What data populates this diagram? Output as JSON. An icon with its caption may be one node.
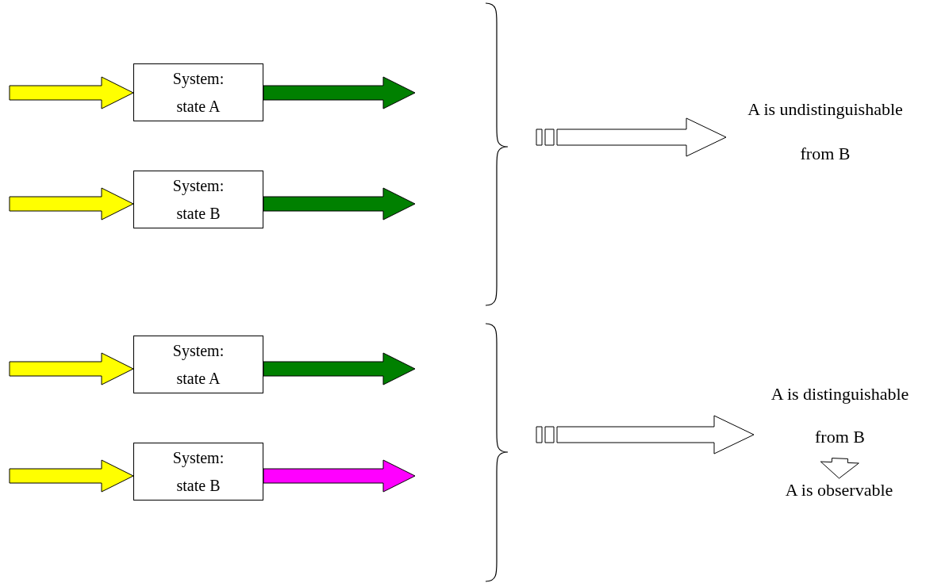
{
  "diagram": {
    "nodes": [
      {
        "text": [
          "System: state A"
        ]
      },
      {
        "text": [
          "System: state B"
        ]
      },
      {
        "text": [
          "System: state A"
        ]
      },
      {
        "text": [
          "System: state B"
        ]
      },
      {
        "text": [
          "A is undistinguishable from B"
        ]
      },
      {
        "text": [
          "A is distinguishable from B"
        ]
      },
      {
        "text": [
          "A is observable"
        ]
      }
    ],
    "edges": [
      {
        "from": null,
        "to": 0,
        "arrow": "to",
        "color": "#ffff00"
      },
      {
        "from": 0,
        "to": null,
        "arrow": "to",
        "color": "#008000"
      },
      {
        "from": null,
        "to": 1,
        "arrow": "to",
        "color": "#ffff00"
      },
      {
        "from": 1,
        "to": null,
        "arrow": "to",
        "color": "#008000"
      },
      {
        "from": null,
        "to": 2,
        "arrow": "to",
        "color": "#ffff00"
      },
      {
        "from": 2,
        "to": null,
        "arrow": "to",
        "color": "#008000"
      },
      {
        "from": null,
        "to": 3,
        "arrow": "to",
        "color": "#ffff00"
      },
      {
        "from": 3,
        "to": null,
        "arrow": "to",
        "color": "#ff00ff"
      },
      {
        "from": null,
        "to": 4,
        "arrow": "to",
        "color": "#ffffff"
      },
      {
        "from": null,
        "to": 5,
        "arrow": "to",
        "color": "#ffffff"
      },
      {
        "from": 5,
        "to": 6,
        "arrow": "to",
        "color": "#ffffff"
      }
    ]
  }
}
